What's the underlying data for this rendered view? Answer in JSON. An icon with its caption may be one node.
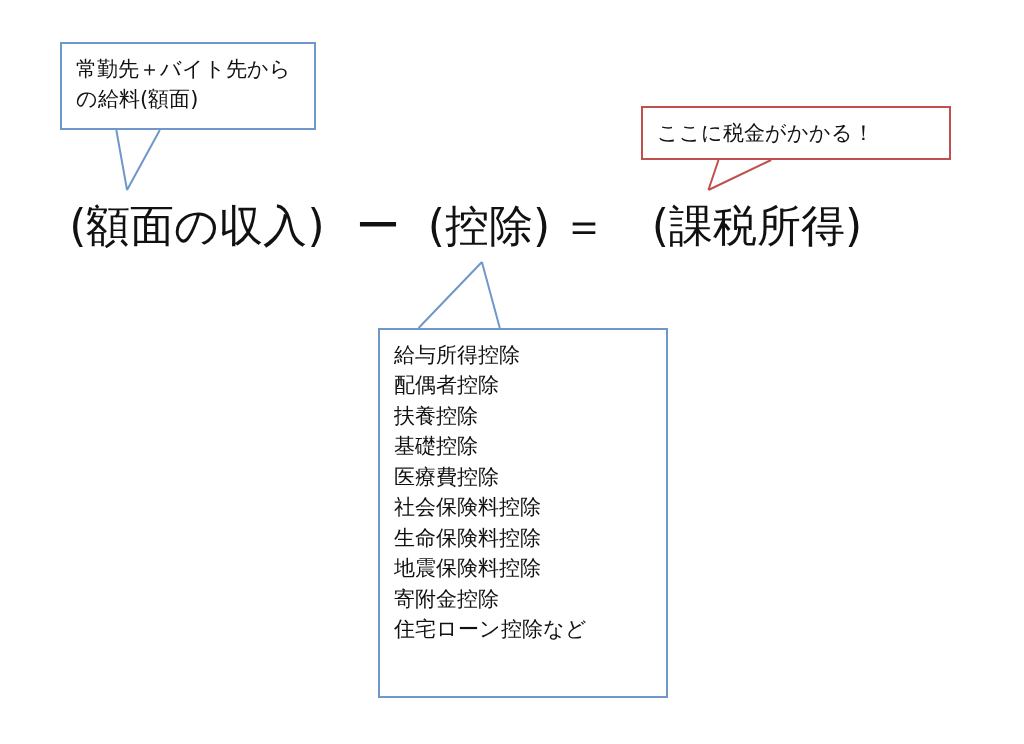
{
  "diagram": {
    "nodes": [
      {
        "text": [
          "常勤先＋バイト先からの給料(額面)"
        ]
      },
      {
        "text": [
          "ここに税金がかかる！"
        ]
      },
      {
        "text": [
          "(額面の収入)"
        ]
      },
      {
        "text": [
          "(控除)"
        ]
      },
      {
        "text": [
          "(課税所得)"
        ]
      },
      {
        "text": [
          "給与所得控除",
          "配偶者控除",
          "扶養控除",
          "基礎控除",
          "医療費控除",
          "社会保険料控除",
          "生命保険料控除",
          "地震保険料控除",
          "寄附金控除",
          "住宅ローン控除など"
        ]
      }
    ],
    "edges": [
      {
        "from": 0,
        "to": 2,
        "arrow": "none"
      },
      {
        "from": 1,
        "to": 4,
        "arrow": "none",
        "color": "#c0504d"
      },
      {
        "from": 5,
        "to": 3,
        "arrow": "none"
      }
    ],
    "labels": [
      "ー",
      "＝"
    ]
  }
}
